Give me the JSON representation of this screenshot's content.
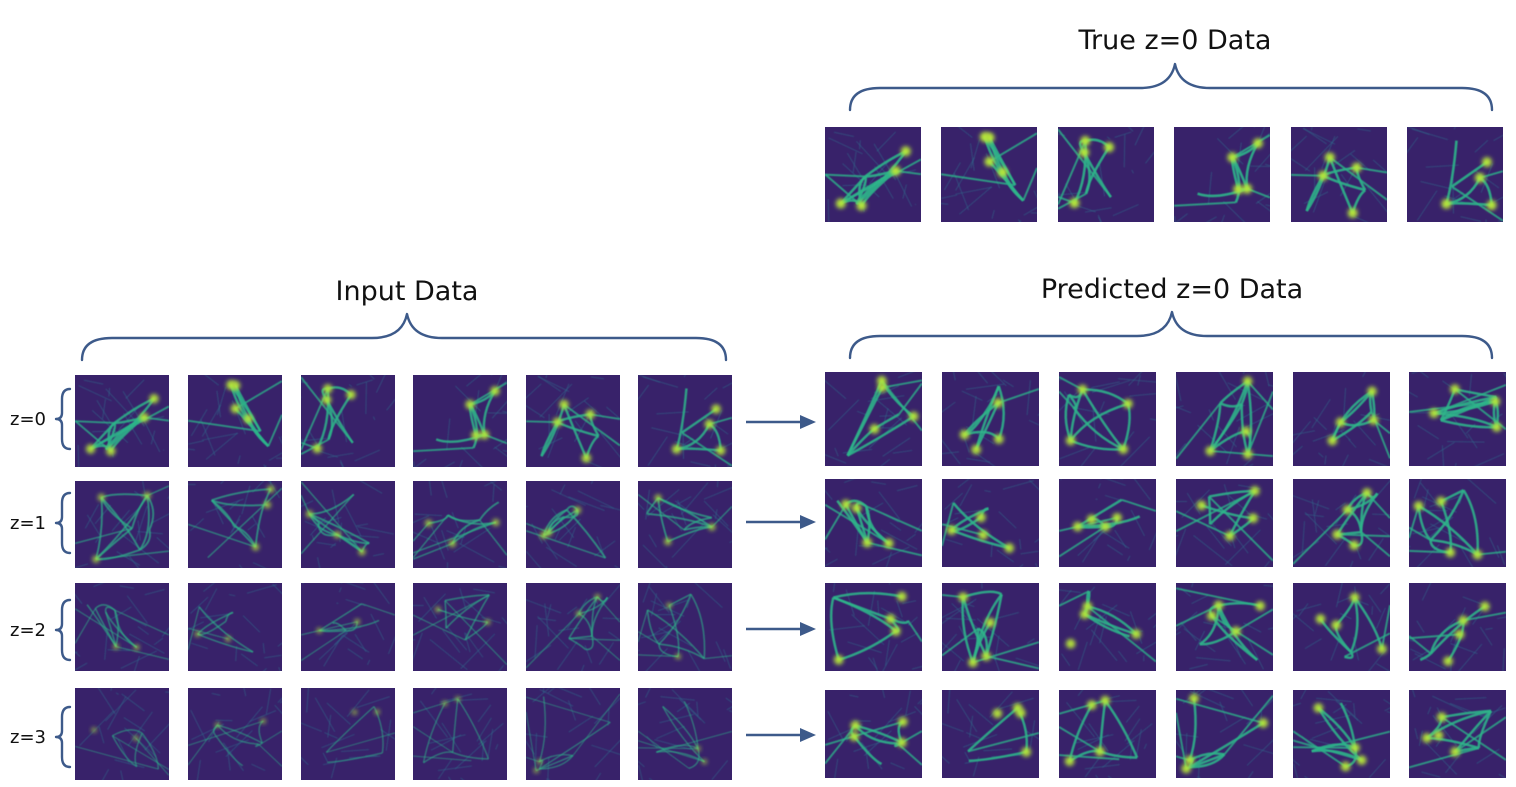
{
  "headings": {
    "true_data": "True z=0 Data",
    "input_data": "Input Data",
    "predicted_data": "Predicted z=0 Data"
  },
  "row_labels": [
    "z=0",
    "z=1",
    "z=2",
    "z=3"
  ],
  "panels": {
    "true_row_count": 1,
    "input_rows": 4,
    "predicted_rows": 4,
    "columns": 6
  },
  "colors": {
    "brace": "#3d5a8a",
    "arrow": "#3d5a8a",
    "field_background": "#38226a",
    "field_mid": "#2f6f8e",
    "filament": "#2db48a",
    "node": "#b6e43a"
  }
}
